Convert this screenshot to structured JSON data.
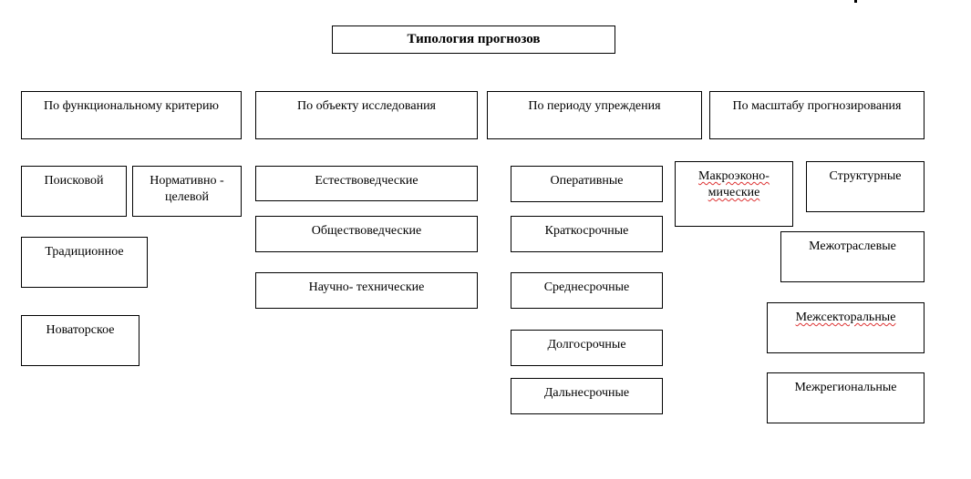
{
  "title": "Типология прогнозов",
  "columns": [
    {
      "header": "По функциональному критерию",
      "items": [
        "Поисковой",
        "Нормативно - целевой",
        "Традиционное",
        "Новаторское"
      ]
    },
    {
      "header": "По объекту исследования",
      "items": [
        "Естествоведческие",
        "Обществоведческие",
        "Научно- технические"
      ]
    },
    {
      "header": "По периоду упреждения",
      "items": [
        "Оперативные",
        "Краткосрочные",
        "Среднесрочные",
        "Долгосрочные",
        "Дальнесрочные"
      ]
    },
    {
      "header": "По масштабу прогнозирования",
      "items": [
        "Макроэконо-мические",
        "Структурные",
        "Межотраслевые",
        "Межсекторальные",
        "Межрегиональные"
      ]
    }
  ]
}
